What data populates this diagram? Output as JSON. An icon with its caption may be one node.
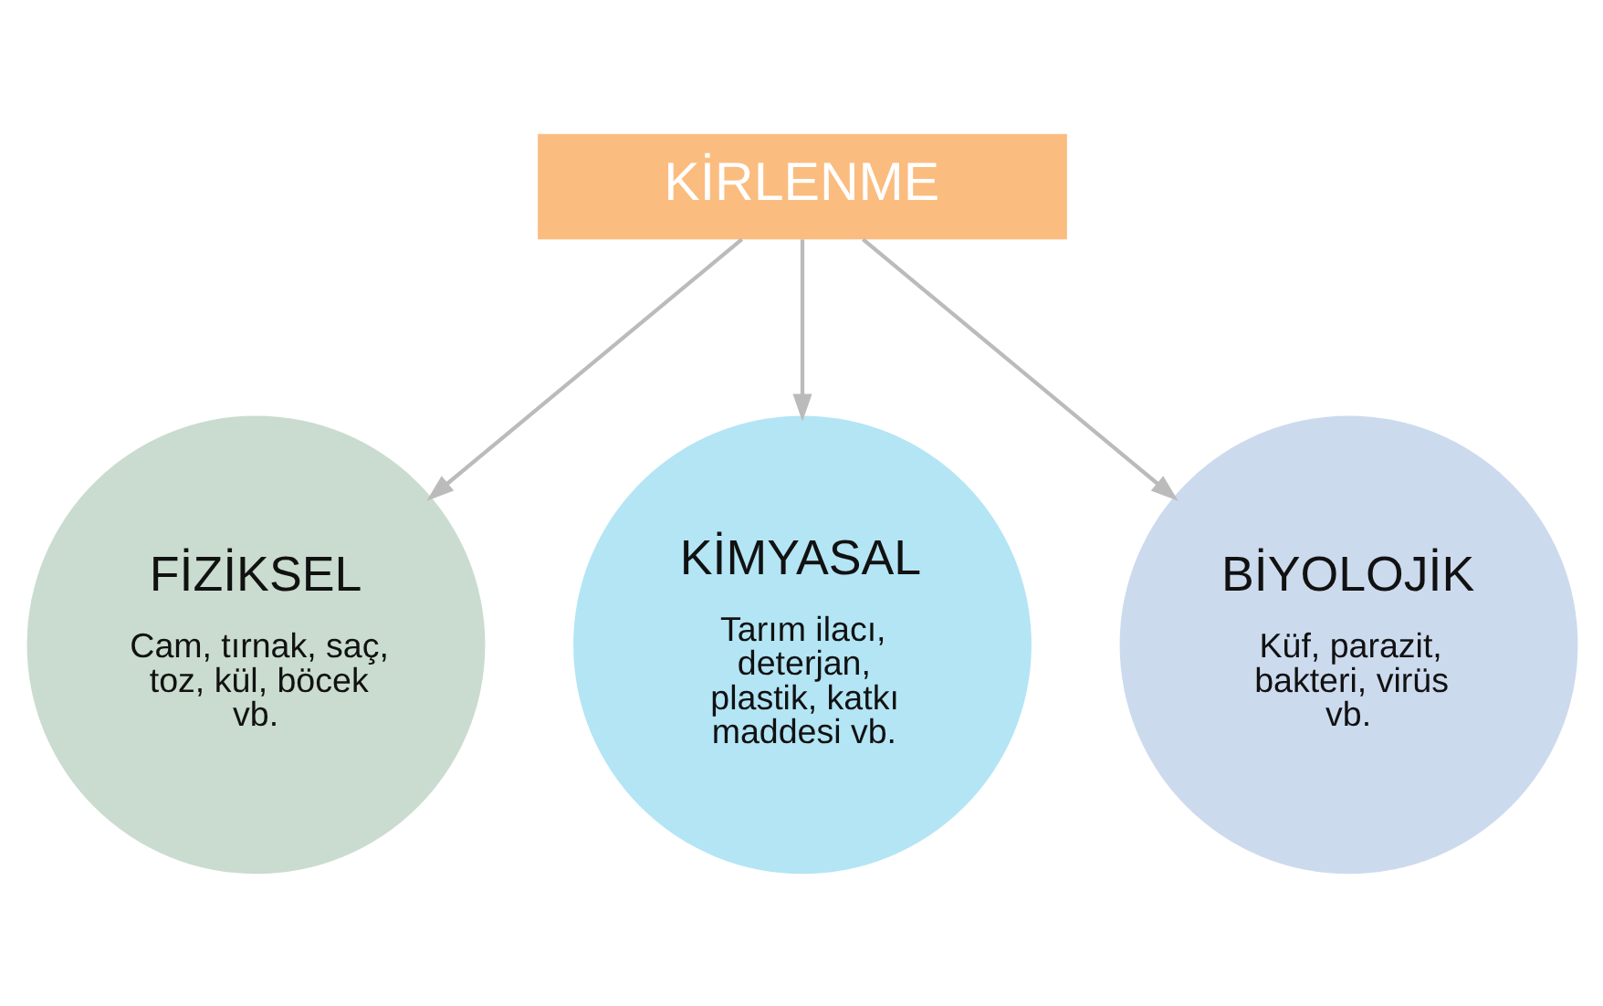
{
  "diagram": {
    "nodes": [
      {
        "text": [
          "KİRLENME"
        ]
      },
      {
        "text": [
          "FİZİKSEL",
          "Cam, tırnak, saç, toz, kül, böcek vb."
        ]
      },
      {
        "text": [
          "KİMYASAL",
          "Tarım ilacı, deterjan, plastik, katkı maddesi vb."
        ]
      },
      {
        "text": [
          "BİYOLOJİK",
          "Küf, parazit, bakteri, virüs vb."
        ]
      }
    ],
    "edges": [
      {
        "from": 0,
        "to": 1,
        "arrow": "to"
      },
      {
        "from": 0,
        "to": 2,
        "arrow": "to"
      },
      {
        "from": 0,
        "to": 3,
        "arrow": "to"
      }
    ]
  }
}
